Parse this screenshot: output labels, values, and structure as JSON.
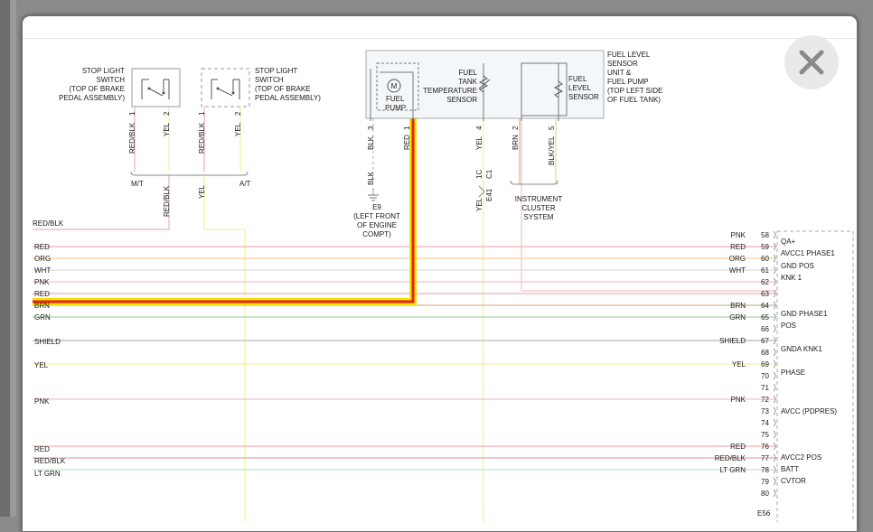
{
  "close": {
    "label": "close"
  },
  "diagram": {
    "stop1": {
      "lines": [
        "STOP LIGHT",
        "SWITCH",
        "(TOP OF BRAKE",
        "PEDAL ASSEMBLY)"
      ],
      "pins": [
        "1",
        "2"
      ],
      "wires": [
        "RED/BLK",
        "YEL"
      ]
    },
    "stop2": {
      "lines": [
        "STOP LIGHT",
        "SWITCH",
        "(TOP OF BRAKE",
        "PEDAL ASSEMBLY)"
      ],
      "pins": [
        "1",
        "2"
      ],
      "wires": [
        "RED/BLK",
        "YEL"
      ]
    },
    "mt": "M/T",
    "at": "A/T",
    "redblk_mid": "RED/BLK",
    "yel_mid": "YEL",
    "fuel_unit": {
      "lines": [
        "FUEL LEVEL",
        "SENSOR",
        "UNIT &",
        "FUEL PUMP",
        "(TOP LEFT SIDE",
        "OF FUEL TANK)"
      ]
    },
    "pump": {
      "motor": "M",
      "lines": [
        "FUEL",
        "PUMP"
      ]
    },
    "tank_temp": {
      "lines": [
        "FUEL",
        "TANK",
        "TEMPERATURE",
        "SENSOR"
      ]
    },
    "level_sensor": {
      "lines": [
        "FUEL",
        "LEVEL",
        "SENSOR"
      ]
    },
    "pins": {
      "p3": "3",
      "p1": "1",
      "p4": "4",
      "p2": "2",
      "p5": "5"
    },
    "wires_top": {
      "blk": "BLK",
      "red": "RED",
      "yel": "YEL",
      "brn": "BRN",
      "blkyel": "BLK/YEL"
    },
    "blk2": "BLK",
    "ground": {
      "lines": [
        "E9",
        "(LEFT FRONT",
        "OF ENGINE",
        "COMPT)"
      ]
    },
    "conn": {
      "c1": "1C",
      "c2": "C1",
      "e41": "E41"
    },
    "yel_low": "YEL",
    "cluster": {
      "lines": [
        "INSTRUMENT",
        "CLUSTER",
        "SYSTEM"
      ]
    },
    "left_redblk": "RED/BLK",
    "left_wires": [
      {
        "label": "RED",
        "color": "#f0b0b0"
      },
      {
        "label": "ORG",
        "color": "#f7d0a8"
      },
      {
        "label": "WHT",
        "color": "#dcdcdc"
      },
      {
        "label": "PNK",
        "color": "#f5c0c8"
      },
      {
        "label": "RED",
        "color": "#f0b0b0"
      },
      {
        "label": "BRN",
        "color": "#cdb79a"
      },
      {
        "label": "GRN",
        "color": "#a8dba8"
      },
      {
        "label": "SHIELD",
        "color": "#bbbbbb"
      },
      {
        "label": "YEL",
        "color": "#f2f0a0"
      },
      {
        "label": "PNK",
        "color": "#f5c0c8"
      },
      {
        "label": "RED",
        "color": "#f0b0b0"
      },
      {
        "label": "RED/BLK",
        "color": "#e8a8a8"
      },
      {
        "label": "LT GRN",
        "color": "#bfe8bf"
      }
    ],
    "right_wires": [
      {
        "label": "PNK",
        "pin": "58"
      },
      {
        "label": "RED",
        "pin": "59"
      },
      {
        "label": "ORG",
        "pin": "60"
      },
      {
        "label": "WHT",
        "pin": "61"
      },
      {
        "label": "",
        "pin": "62"
      },
      {
        "label": "",
        "pin": "63"
      },
      {
        "label": "BRN",
        "pin": "64"
      },
      {
        "label": "GRN",
        "pin": "65"
      },
      {
        "label": "",
        "pin": "66"
      },
      {
        "label": "SHIELD",
        "pin": "67"
      },
      {
        "label": "",
        "pin": "68"
      },
      {
        "label": "YEL",
        "pin": "69"
      },
      {
        "label": "",
        "pin": "70"
      },
      {
        "label": "",
        "pin": "71"
      },
      {
        "label": "PNK",
        "pin": "72"
      },
      {
        "label": "",
        "pin": "73"
      },
      {
        "label": "",
        "pin": "74"
      },
      {
        "label": "",
        "pin": "75"
      },
      {
        "label": "RED",
        "pin": "76"
      },
      {
        "label": "RED/BLK",
        "pin": "77"
      },
      {
        "label": "LT GRN",
        "pin": "78"
      },
      {
        "label": "",
        "pin": "79"
      },
      {
        "label": "",
        "pin": "80"
      }
    ],
    "ecm_conn": "E56",
    "ecm_labels": [
      "QA+",
      "AVCC1 PHASE1",
      "GND POS",
      "KNK 1",
      "GND PHASE1",
      "POS",
      "GNDA KNK1",
      "PHASE",
      "AVCC (PDPRES)",
      "AVCC2 POS",
      "BATT",
      "CVTOR"
    ]
  }
}
